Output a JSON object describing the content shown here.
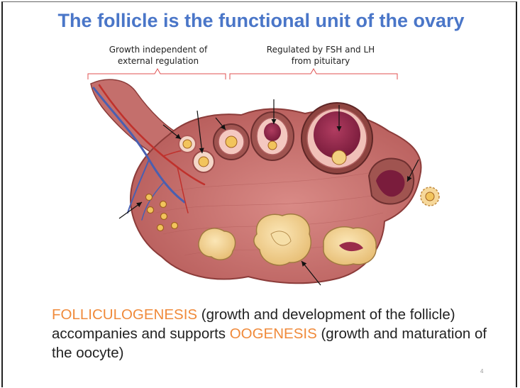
{
  "slide": {
    "title": "The follicle is the functional unit of the ovary",
    "bracket_left_label_line1": "Growth independent of",
    "bracket_left_label_line2": "external regulation",
    "bracket_right_label_line1": "Regulated by FSH and LH",
    "bracket_right_label_line2": "from pituitary",
    "caption": {
      "kw1": "FOLLICULOGENESIS",
      "t1": " (growth and development of the follicle) accompanies and supports ",
      "kw2": "OOGENESIS",
      "t2": " (growth and maturation of the oocyte)"
    },
    "page_number": "4"
  },
  "colors": {
    "title": "#4a76c8",
    "keyword": "#f08a3a",
    "bracket": "#e05050",
    "ovary": "#c9716e"
  }
}
